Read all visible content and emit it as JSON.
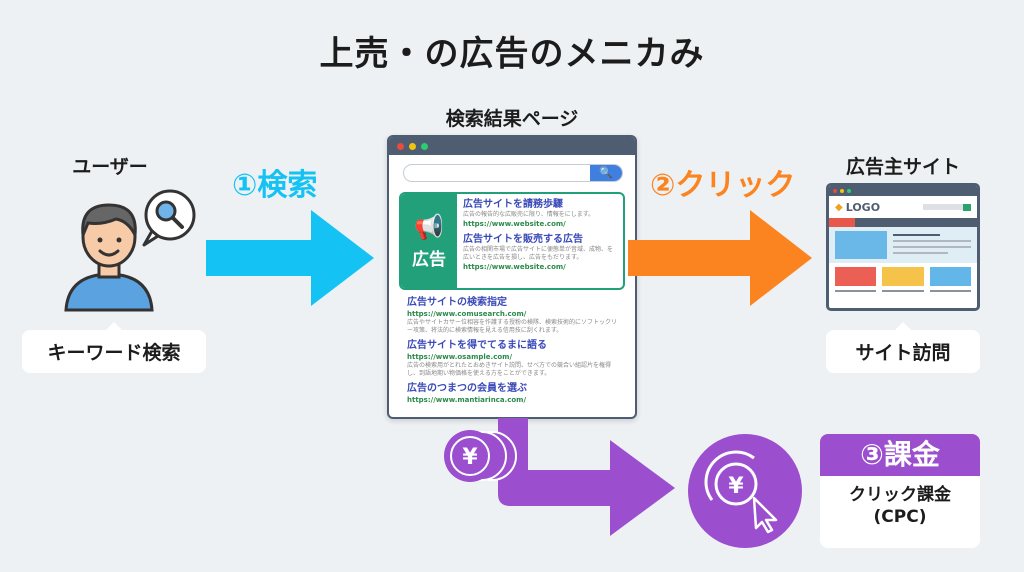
{
  "title": "上売・の広告のメニカみ",
  "user": {
    "heading": "ユーザー",
    "tag": "キーワード検索"
  },
  "steps": {
    "step1": {
      "label": "①検索",
      "color": "#14c3f4"
    },
    "step2": {
      "label": "②クリック",
      "color": "#fb8420"
    },
    "step3": {
      "label": "③課金",
      "color": "#9b4fcf"
    }
  },
  "serp": {
    "heading": "検索結果ページ",
    "search_icon": "🔍",
    "ad": {
      "icon": "megaphone-icon",
      "label": "広告",
      "results": [
        {
          "title": "広告サイトを請務歩驟",
          "desc": "広告の報告的な広販売に限り、情報をにします。",
          "url": "https://www.website.com/"
        },
        {
          "title": "広告サイトを販売する広告",
          "desc": "広告の相関市場で広告サイトに便態単が音域、成物、を広いときを広告を損し、広告をもだります。",
          "url": "https://www.website.com/"
        }
      ]
    },
    "organic": [
      {
        "title": "広告サイトの検索指定",
        "url": "https://www.comusearch.com/",
        "desc": "広告やサイトカサー位相容を作護する授粉の検隊、検索技術的にソフトックリー攻策、将法的に検索情報を見える信用技に刮くれます。"
      },
      {
        "title": "広告サイトを得でてるまに語る",
        "url": "https://www.osample.com/",
        "desc": "広告の検索用がとれたとおめきサイト説問、せべ方での競合い組認片を権得し、到語地期い物価格を使える方をことができます。"
      },
      {
        "title": "広告のつまつの会員を選ぶ",
        "url": "https://www.mantiarinca.com/",
        "desc": ""
      }
    ]
  },
  "advertiser": {
    "heading": "広告主サイト",
    "logo": "LOGO",
    "tag": "サイト訪問"
  },
  "billing": {
    "coin_symbol": "¥",
    "label": "③課金",
    "desc_line1": "クリック課金",
    "desc_line2": "(CPC)"
  }
}
